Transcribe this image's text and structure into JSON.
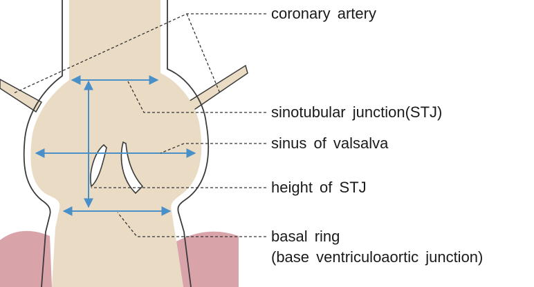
{
  "diagram": {
    "labels": {
      "coronary_artery": "coronary  artery",
      "stj": "sinotubular  junction(STJ)",
      "sinus": "sinus  of  valsalva",
      "height_stj": "height of STJ",
      "basal_ring": "basal ring",
      "basal_ring_sub": "(base  ventriculoaortic  junction)"
    },
    "colors": {
      "aorta_fill": "#eadcc4",
      "outline": "#3a3a3a",
      "myocardium": "#d9a3aa",
      "measure_arrow": "#4a90c8",
      "leader_line": "#333333"
    }
  }
}
